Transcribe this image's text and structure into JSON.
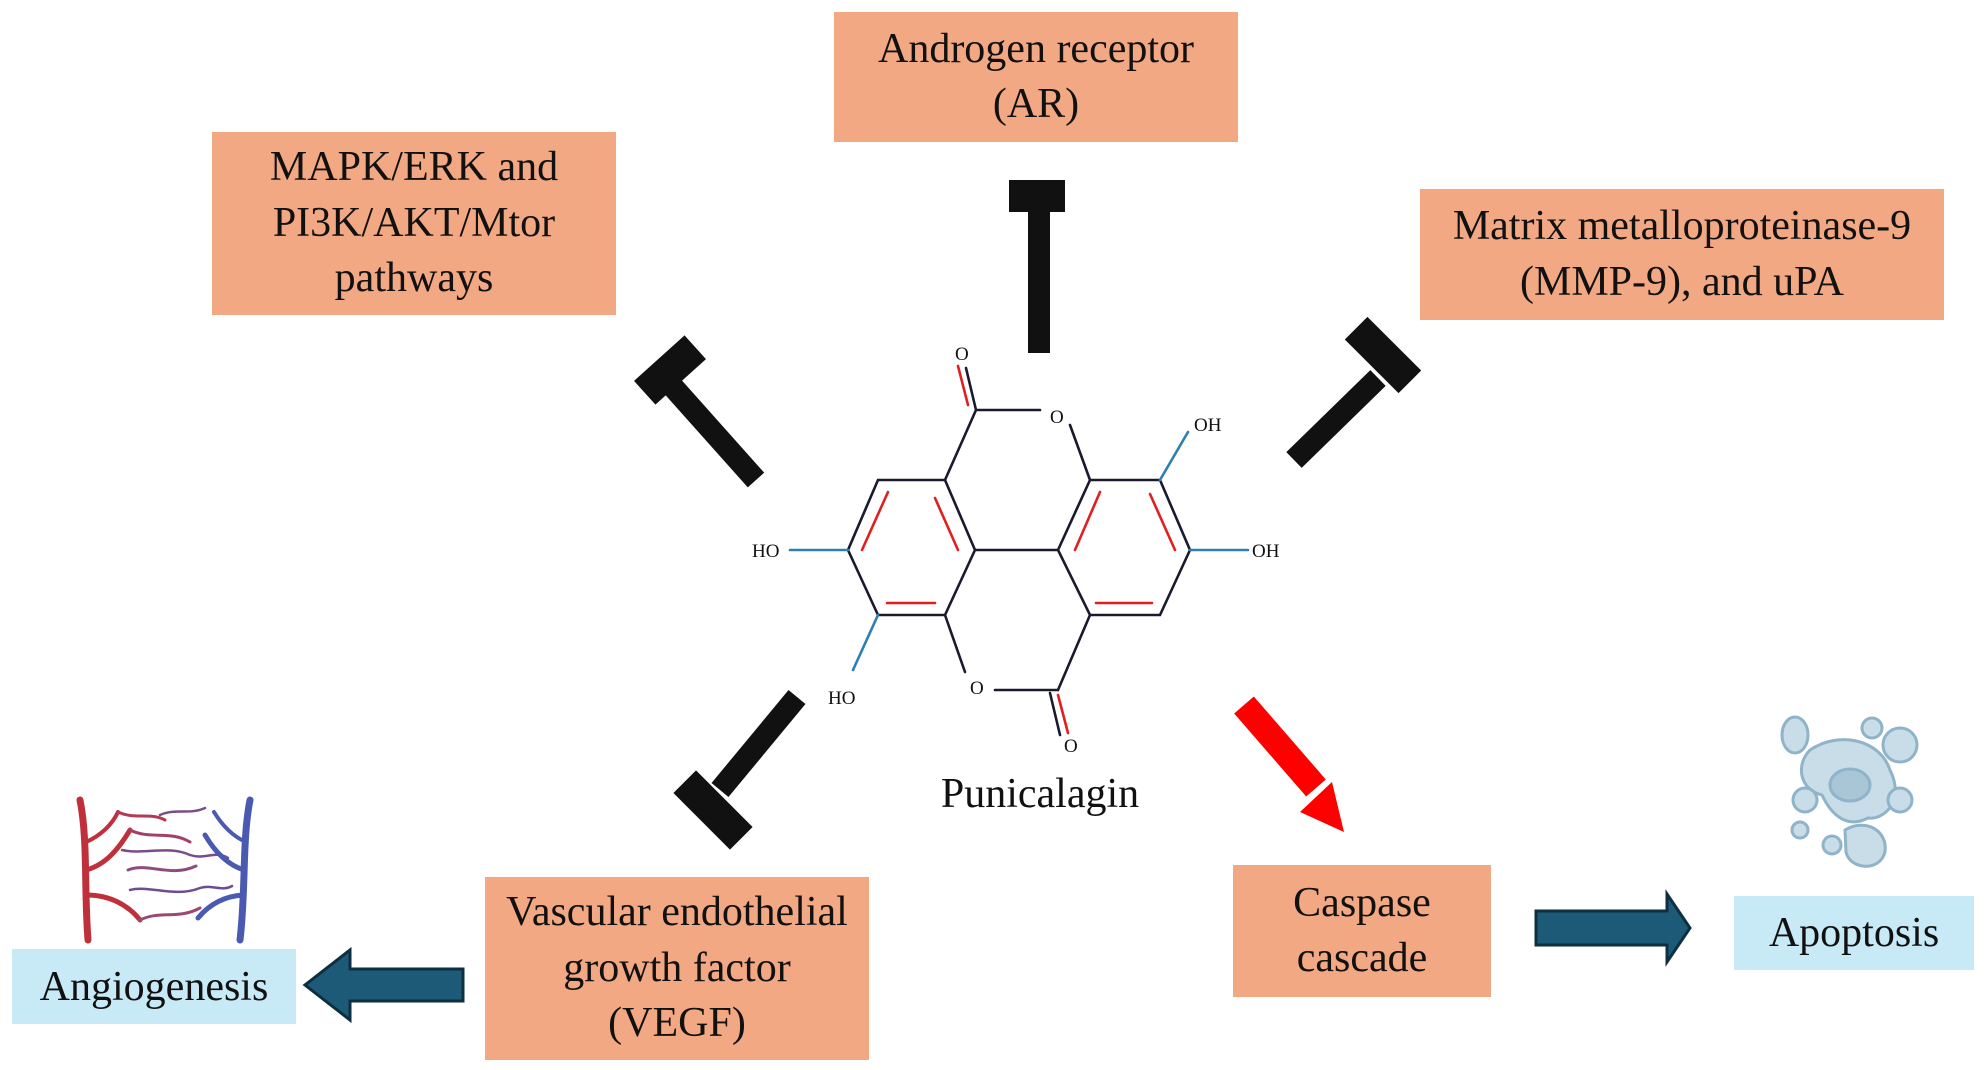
{
  "boxes": {
    "androgen": "Androgen receptor\n(AR)",
    "mapk": "MAPK/ERK and\nPI3K/AKT/Mtor\npathways",
    "mmp": "Matrix metalloproteinase-9\n(MMP-9), and uPA",
    "vegf": "Vascular endothelial\ngrowth factor\n(VEGF)",
    "caspase": "Caspase\ncascade"
  },
  "outcomes": {
    "angiogenesis": "Angiogenesis",
    "apoptosis": "Apoptosis"
  },
  "compound": {
    "name": "Punicalagin",
    "atoms": {
      "o_top": "O",
      "o_ring_top": "O",
      "oh_top_right": "OH",
      "oh_right": "OH",
      "ho_left": "HO",
      "ho_bottom": "HO",
      "o_ring_bottom": "O",
      "o_bottom": "O"
    }
  },
  "colors": {
    "box_fill": "#f2a883",
    "outcome_fill": "#c8e9f6",
    "inhibit": "#111111",
    "activate": "#ff0000",
    "flow_arrow": "#1c5a78",
    "aromatic_bond": "#e02020",
    "oh_bond": "#2e7fb0"
  },
  "icons": [
    "blood-vessel-icon",
    "apoptotic-cell-icon"
  ]
}
